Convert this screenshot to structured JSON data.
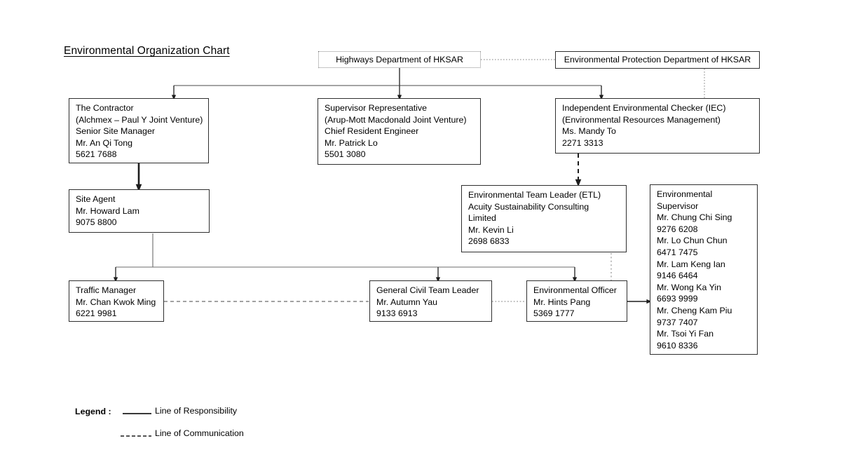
{
  "chart_data": {
    "type": "diagram",
    "title": "Environmental Organization Chart",
    "nodes": [
      {
        "id": "hd",
        "label": "Highways Department of HKSAR",
        "border": "dotted"
      },
      {
        "id": "epd",
        "label": "Environmental Protection Department of HKSAR",
        "border": "solid"
      },
      {
        "id": "contractor",
        "label": "The Contractor\n(Alchmex – Paul Y Joint Venture)\nSenior Site Manager\nMr. An Qi Tong\n5621 7688",
        "border": "solid"
      },
      {
        "id": "supervisor_rep",
        "label": "Supervisor Representative\n(Arup-Mott Macdonald Joint Venture)\nChief Resident Engineer\nMr. Patrick Lo\n5501 3080",
        "border": "solid"
      },
      {
        "id": "iec",
        "label": "Independent Environmental Checker (IEC)\n(Environmental Resources Management)\nMs. Mandy To\n2271 3313",
        "border": "solid"
      },
      {
        "id": "site_agent",
        "label": "Site Agent\nMr. Howard Lam\n9075 8800",
        "border": "solid"
      },
      {
        "id": "etl",
        "label": "Environmental Team Leader (ETL)\nAcuity Sustainability Consulting\nLimited\nMr. Kevin Li\n2698 6833",
        "border": "solid"
      },
      {
        "id": "env_supervisor",
        "label": "Environmental\nSupervisor\nMr. Chung Chi Sing\n9276 6208\nMr. Lo Chun Chun\n6471 7475\nMr. Lam Keng Ian\n9146 6464\nMr. Wong Ka Yin\n6693 9999\nMr. Cheng Kam Piu\n9737 7407\nMr. Tsoi Yi Fan\n9610 8336",
        "border": "solid"
      },
      {
        "id": "traffic_manager",
        "label": "Traffic Manager\nMr. Chan Kwok Ming\n6221 9981",
        "border": "solid"
      },
      {
        "id": "gctl",
        "label": "General Civil Team Leader\nMr. Autumn Yau\n9133 6913",
        "border": "solid"
      },
      {
        "id": "env_officer",
        "label": "Environmental Officer\nMr. Hints Pang\n5369 1777",
        "border": "solid"
      }
    ],
    "edges": [
      {
        "from": "hd",
        "to": "epd",
        "style": "dotted"
      },
      {
        "from": "hd",
        "to": "contractor",
        "style": "solid-arrow"
      },
      {
        "from": "hd",
        "to": "supervisor_rep",
        "style": "solid-arrow"
      },
      {
        "from": "hd",
        "to": "iec",
        "style": "solid-arrow"
      },
      {
        "from": "epd",
        "to": "iec",
        "style": "dotted"
      },
      {
        "from": "contractor",
        "to": "site_agent",
        "style": "solid-arrow"
      },
      {
        "from": "iec",
        "to": "etl",
        "style": "dashed-arrow"
      },
      {
        "from": "site_agent",
        "to": "traffic_manager",
        "style": "solid-arrow"
      },
      {
        "from": "site_agent",
        "to": "gctl",
        "style": "solid-arrow"
      },
      {
        "from": "site_agent",
        "to": "env_officer",
        "style": "solid-arrow"
      },
      {
        "from": "etl",
        "to": "env_officer",
        "style": "dotted"
      },
      {
        "from": "traffic_manager",
        "to": "gctl",
        "style": "dashed"
      },
      {
        "from": "gctl",
        "to": "env_officer",
        "style": "dotted"
      },
      {
        "from": "env_officer",
        "to": "env_supervisor",
        "style": "solid-arrow"
      }
    ],
    "legend": [
      {
        "style": "solid",
        "label": "Line of Responsibility"
      },
      {
        "style": "dashed",
        "label": "Line of Communication"
      }
    ]
  },
  "title": "Environmental Organization Chart",
  "boxes": {
    "highways_department": "Highways Department of HKSAR",
    "epd": "Environmental Protection Department of HKSAR",
    "contractor": "The Contractor\n(Alchmex – Paul Y Joint Venture)\nSenior Site Manager\nMr. An Qi Tong\n5621 7688",
    "supervisor_rep": "Supervisor Representative\n(Arup-Mott Macdonald Joint Venture)\nChief Resident Engineer\nMr. Patrick Lo\n5501 3080",
    "iec": "Independent Environmental Checker (IEC)\n(Environmental Resources Management)\nMs. Mandy To\n2271 3313",
    "site_agent": "Site Agent\nMr. Howard Lam\n9075 8800",
    "etl": "Environmental Team Leader (ETL)\nAcuity Sustainability Consulting\nLimited\nMr. Kevin Li\n2698 6833",
    "env_supervisor": "Environmental\nSupervisor\nMr. Chung Chi Sing\n9276 6208\nMr. Lo Chun Chun\n6471 7475\nMr. Lam Keng Ian\n9146 6464\nMr. Wong Ka Yin\n6693 9999\nMr. Cheng Kam Piu\n9737 7407\nMr. Tsoi Yi Fan\n9610 8336",
    "traffic_manager": "Traffic Manager\nMr. Chan Kwok Ming\n6221 9981",
    "gctl": "General Civil Team Leader\nMr. Autumn Yau\n9133 6913",
    "env_officer": "Environmental Officer\nMr. Hints Pang\n5369 1777"
  },
  "legend": {
    "label": "Legend :",
    "responsibility": "Line of Responsibility",
    "communication": "Line of Communication"
  },
  "colors": {
    "line": "#2f2f2f",
    "dotted_border": "#8a8a8a",
    "text": "#000000",
    "background": "#ffffff"
  }
}
